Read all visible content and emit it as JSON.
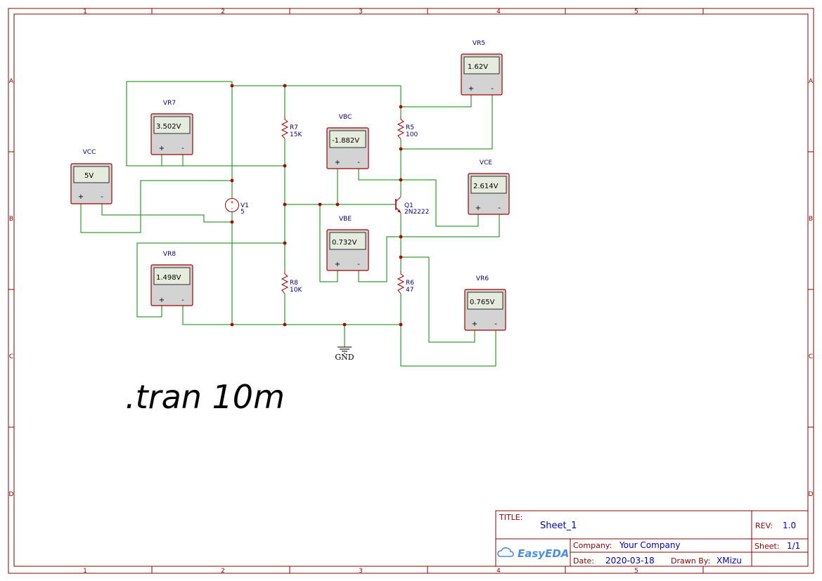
{
  "frame": {
    "columns": [
      "1",
      "2",
      "3",
      "4",
      "5"
    ],
    "rows": [
      "A",
      "B",
      "C",
      "D"
    ]
  },
  "directive": ".tran 10m",
  "components": {
    "r7": {
      "ref": "R7",
      "value": "15K"
    },
    "r8": {
      "ref": "R8",
      "value": "10K"
    },
    "r5": {
      "ref": "R5",
      "value": "100"
    },
    "r6": {
      "ref": "R6",
      "value": "47"
    },
    "v1": {
      "ref": "V1",
      "value": "5"
    },
    "q1": {
      "ref": "Q1",
      "value": "2N2222"
    },
    "gnd": {
      "label": "GND"
    }
  },
  "voltmeters": {
    "vcc": {
      "name": "VCC",
      "reading": "5V"
    },
    "vr7": {
      "name": "VR7",
      "reading": "3.502V"
    },
    "vr8": {
      "name": "VR8",
      "reading": "1.498V"
    },
    "vbc": {
      "name": "VBC",
      "reading": "-1.882V"
    },
    "vbe": {
      "name": "VBE",
      "reading": "0.732V"
    },
    "vr5": {
      "name": "VR5",
      "reading": "1.62V"
    },
    "vce": {
      "name": "VCE",
      "reading": "2.614V"
    },
    "vr6": {
      "name": "VR6",
      "reading": "0.765V"
    }
  },
  "terminals": {
    "plus": "+",
    "minus": "-"
  },
  "title_block": {
    "title_label": "TITLE:",
    "title": "Sheet_1",
    "rev_label": "REV:",
    "rev": "1.0",
    "company_label": "Company:",
    "company": "Your Company",
    "sheet_label": "Sheet:",
    "sheet": "1/1",
    "date_label": "Date:",
    "date": "2020-03-18",
    "drawn_by_label": "Drawn By:",
    "drawn_by": "XMizu",
    "logo": "EasyEDA"
  },
  "colors": {
    "frame": "#8b0000",
    "wire": "#008800",
    "component": "#a00000",
    "label": "#000080",
    "title_value": "#0000cc",
    "logo": "#4a90e2"
  }
}
